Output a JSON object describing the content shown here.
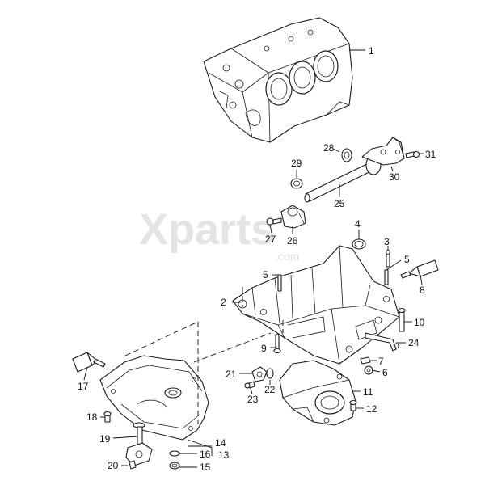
{
  "watermark": {
    "brand": "Xparts",
    "domain": ".com"
  },
  "callouts": [
    {
      "id": "c1",
      "label": "1"
    },
    {
      "id": "c2",
      "label": "2"
    },
    {
      "id": "c3",
      "label": "3"
    },
    {
      "id": "c4",
      "label": "4"
    },
    {
      "id": "c5a",
      "label": "5"
    },
    {
      "id": "c5b",
      "label": "5"
    },
    {
      "id": "c6",
      "label": "6"
    },
    {
      "id": "c7",
      "label": "7"
    },
    {
      "id": "c8",
      "label": "8"
    },
    {
      "id": "c9",
      "label": "9"
    },
    {
      "id": "c10",
      "label": "10"
    },
    {
      "id": "c11",
      "label": "11"
    },
    {
      "id": "c12",
      "label": "12"
    },
    {
      "id": "c13",
      "label": "13"
    },
    {
      "id": "c14",
      "label": "14"
    },
    {
      "id": "c15",
      "label": "15"
    },
    {
      "id": "c16",
      "label": "16"
    },
    {
      "id": "c17",
      "label": "17"
    },
    {
      "id": "c18",
      "label": "18"
    },
    {
      "id": "c19",
      "label": "19"
    },
    {
      "id": "c20",
      "label": "20"
    },
    {
      "id": "c21",
      "label": "21"
    },
    {
      "id": "c22",
      "label": "22"
    },
    {
      "id": "c23",
      "label": "23"
    },
    {
      "id": "c24",
      "label": "24"
    },
    {
      "id": "c25",
      "label": "25"
    },
    {
      "id": "c26",
      "label": "26"
    },
    {
      "id": "c27",
      "label": "27"
    },
    {
      "id": "c28",
      "label": "28"
    },
    {
      "id": "c29",
      "label": "29"
    },
    {
      "id": "c30",
      "label": "30"
    },
    {
      "id": "c31",
      "label": "31"
    }
  ]
}
